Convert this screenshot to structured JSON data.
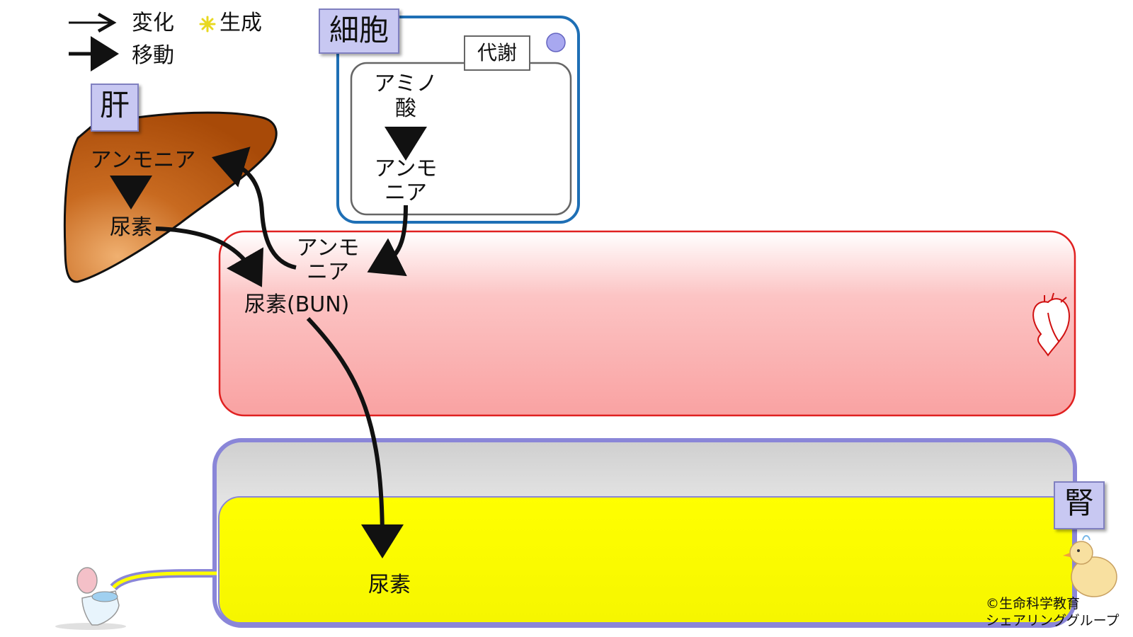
{
  "legend": {
    "change_label": "変化",
    "generate_label": "生成",
    "move_label": "移動"
  },
  "cell": {
    "title": "細胞",
    "metabolism_label": "代謝",
    "amino_acid_line1": "アミノ",
    "amino_acid_line2": "酸",
    "ammonia_line1": "アンモ",
    "ammonia_line2": "ニア"
  },
  "liver": {
    "title": "肝",
    "ammonia": "アンモニア",
    "urea": "尿素"
  },
  "blood": {
    "ammonia_line1": "アンモ",
    "ammonia_line2": "ニア",
    "urea_bun": "尿素(BUN)"
  },
  "kidney": {
    "title": "腎",
    "urea": "尿素"
  },
  "copyright": {
    "line1": "©生命科学教育",
    "line2": "シェアリンググループ"
  },
  "colors": {
    "cell_border": "#1e6fb5",
    "blood_border": "#e03030",
    "blood_fill": "#f9a8a8",
    "kidney_border": "#8a86d8",
    "kidney_fill": "#ffff00",
    "liver_fill": "#b85a10",
    "label_bg": "#c8c8f2"
  },
  "icons": {
    "heart": "heart-icon",
    "toilet": "toilet-icon",
    "chick": "chick-mascot-icon",
    "sparkle": "sparkle-icon",
    "circle": "circle-marker-icon"
  }
}
